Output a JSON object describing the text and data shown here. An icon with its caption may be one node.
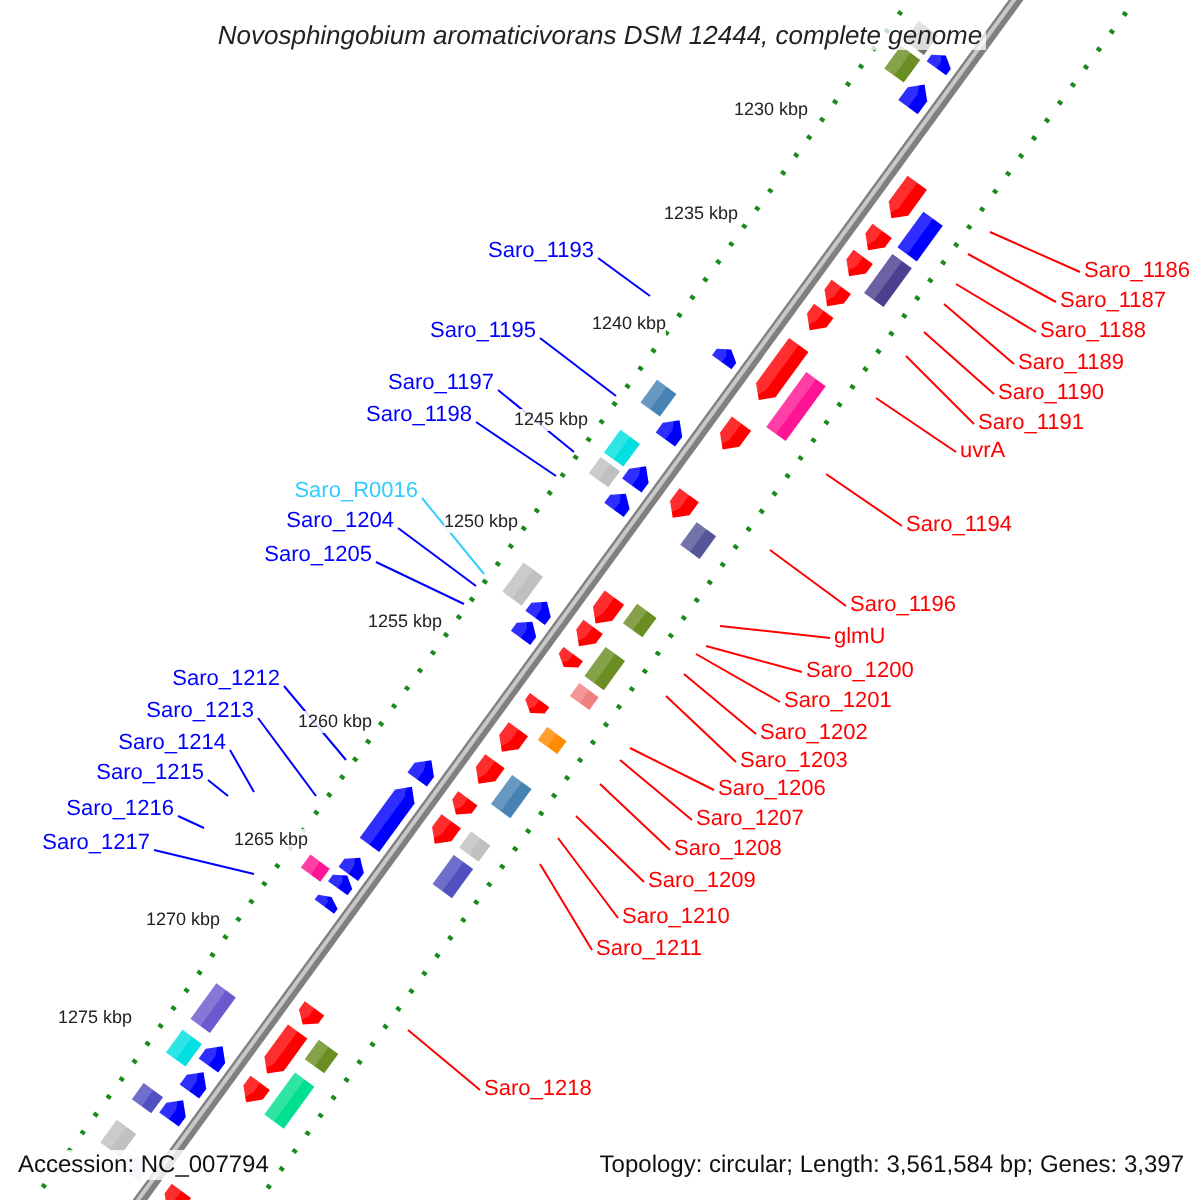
{
  "diagram": {
    "title": "Novosphingobium aromaticivorans DSM 12444, complete genome",
    "nodes": [
      {
        "text": [
          "Saro_1193"
        ]
      },
      {
        "text": [
          "Saro_1186"
        ]
      },
      {
        "text": [
          "Saro_1187"
        ]
      },
      {
        "text": [
          "Saro_1195"
        ]
      },
      {
        "text": [
          "Saro_1188"
        ]
      },
      {
        "text": [
          "Saro_1189"
        ]
      },
      {
        "text": [
          "Saro_1197"
        ]
      },
      {
        "text": [
          "Saro_1190"
        ]
      },
      {
        "text": [
          "Saro_1198"
        ]
      },
      {
        "text": [
          "Saro_1191"
        ]
      },
      {
        "text": [
          "uvrA"
        ]
      },
      {
        "text": [
          "Saro_R0016"
        ]
      },
      {
        "text": [
          "Saro_1204"
        ]
      },
      {
        "text": [
          "Saro_1194"
        ]
      },
      {
        "text": [
          "Saro_1205"
        ]
      },
      {
        "text": [
          "Saro_1196"
        ]
      },
      {
        "text": [
          "glmU"
        ]
      },
      {
        "text": [
          "Saro_1200"
        ]
      },
      {
        "text": [
          "Saro_1212"
        ]
      },
      {
        "text": [
          "Saro_1201"
        ]
      },
      {
        "text": [
          "Saro_1213"
        ]
      },
      {
        "text": [
          "Saro_1202"
        ]
      },
      {
        "text": [
          "Saro_1214"
        ]
      },
      {
        "text": [
          "Saro_1203"
        ]
      },
      {
        "text": [
          "Saro_1215"
        ]
      },
      {
        "text": [
          "Saro_1206"
        ]
      },
      {
        "text": [
          "Saro_1216"
        ]
      },
      {
        "text": [
          "Saro_1207"
        ]
      },
      {
        "text": [
          "Saro_1217"
        ]
      },
      {
        "text": [
          "Saro_1208"
        ]
      },
      {
        "text": [
          "Saro_1209"
        ]
      },
      {
        "text": [
          "Saro_1210"
        ]
      },
      {
        "text": [
          "Saro_1211"
        ]
      },
      {
        "text": [
          "Saro_1218"
        ]
      }
    ],
    "edges": [
      {
        "from": 0,
        "to": null,
        "arrow": "none",
        "color": "#0000ff"
      },
      {
        "from": 1,
        "to": null,
        "arrow": "none"
      },
      {
        "from": 2,
        "to": null,
        "arrow": "none"
      },
      {
        "from": 3,
        "to": null,
        "arrow": "none",
        "color": "#0000ff"
      },
      {
        "from": 4,
        "to": null,
        "arrow": "none"
      },
      {
        "from": 5,
        "to": null,
        "arrow": "none"
      },
      {
        "from": 6,
        "to": null,
        "arrow": "none",
        "color": "#0000ff"
      },
      {
        "from": 7,
        "to": null,
        "arrow": "none"
      },
      {
        "from": 8,
        "to": null,
        "arrow": "none",
        "color": "#0000ff"
      },
      {
        "from": 9,
        "to": null,
        "arrow": "none"
      },
      {
        "from": 10,
        "to": null,
        "arrow": "none"
      },
      {
        "from": 11,
        "to": null,
        "arrow": "none",
        "color": "#33ccff"
      },
      {
        "from": 12,
        "to": null,
        "arrow": "none",
        "color": "#0000ff"
      },
      {
        "from": 13,
        "to": null,
        "arrow": "none"
      },
      {
        "from": 14,
        "to": null,
        "arrow": "none",
        "color": "#0000ff"
      },
      {
        "from": 15,
        "to": null,
        "arrow": "none"
      },
      {
        "from": 16,
        "to": null,
        "arrow": "none"
      },
      {
        "from": 17,
        "to": null,
        "arrow": "none"
      },
      {
        "from": 18,
        "to": null,
        "arrow": "none",
        "color": "#0000ff"
      },
      {
        "from": 19,
        "to": null,
        "arrow": "none"
      },
      {
        "from": 20,
        "to": null,
        "arrow": "none",
        "color": "#0000ff"
      },
      {
        "from": 21,
        "to": null,
        "arrow": "none"
      },
      {
        "from": 22,
        "to": null,
        "arrow": "none",
        "color": "#0000ff"
      },
      {
        "from": 23,
        "to": null,
        "arrow": "none"
      },
      {
        "from": 24,
        "to": null,
        "arrow": "none",
        "color": "#0000ff"
      },
      {
        "from": 25,
        "to": null,
        "arrow": "none"
      },
      {
        "from": 26,
        "to": null,
        "arrow": "none",
        "color": "#0000ff"
      },
      {
        "from": 27,
        "to": null,
        "arrow": "none"
      },
      {
        "from": 28,
        "to": null,
        "arrow": "none",
        "color": "#0000ff"
      },
      {
        "from": 29,
        "to": null,
        "arrow": "none"
      },
      {
        "from": 30,
        "to": null,
        "arrow": "none"
      },
      {
        "from": 31,
        "to": null,
        "arrow": "none"
      },
      {
        "from": 32,
        "to": null,
        "arrow": "none"
      },
      {
        "from": 33,
        "to": null,
        "arrow": "none"
      }
    ],
    "labels": [
      "1230 kbp",
      "1235 kbp",
      "1240 kbp",
      "1245 kbp",
      "1250 kbp",
      "1255 kbp",
      "1260 kbp",
      "1265 kbp",
      "1270 kbp",
      "1275 kbp",
      "Accession: NC_007794",
      "Topology: circular; Length: 3,561,584 bp; Genes: 3,397"
    ]
  }
}
